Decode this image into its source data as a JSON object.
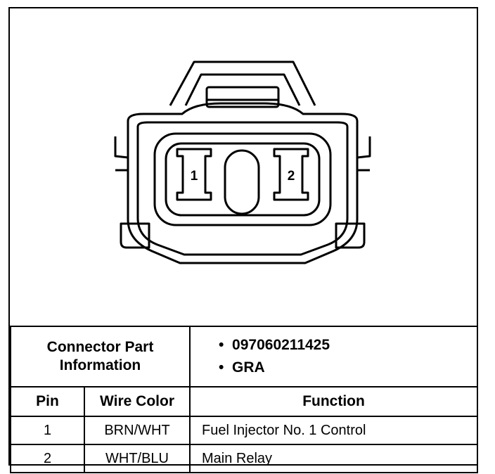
{
  "connector": {
    "pin_labels": [
      "1",
      "2"
    ]
  },
  "table": {
    "part_info_label": "Connector Part Information",
    "part_info_values": [
      "097060211425",
      "GRA"
    ],
    "headers": {
      "pin": "Pin",
      "wire_color": "Wire Color",
      "function": "Function"
    },
    "rows": [
      {
        "pin": "1",
        "wire_color": "BRN/WHT",
        "function": "Fuel Injector No. 1 Control"
      },
      {
        "pin": "2",
        "wire_color": "WHT/BLU",
        "function": "Main Relay"
      }
    ]
  }
}
